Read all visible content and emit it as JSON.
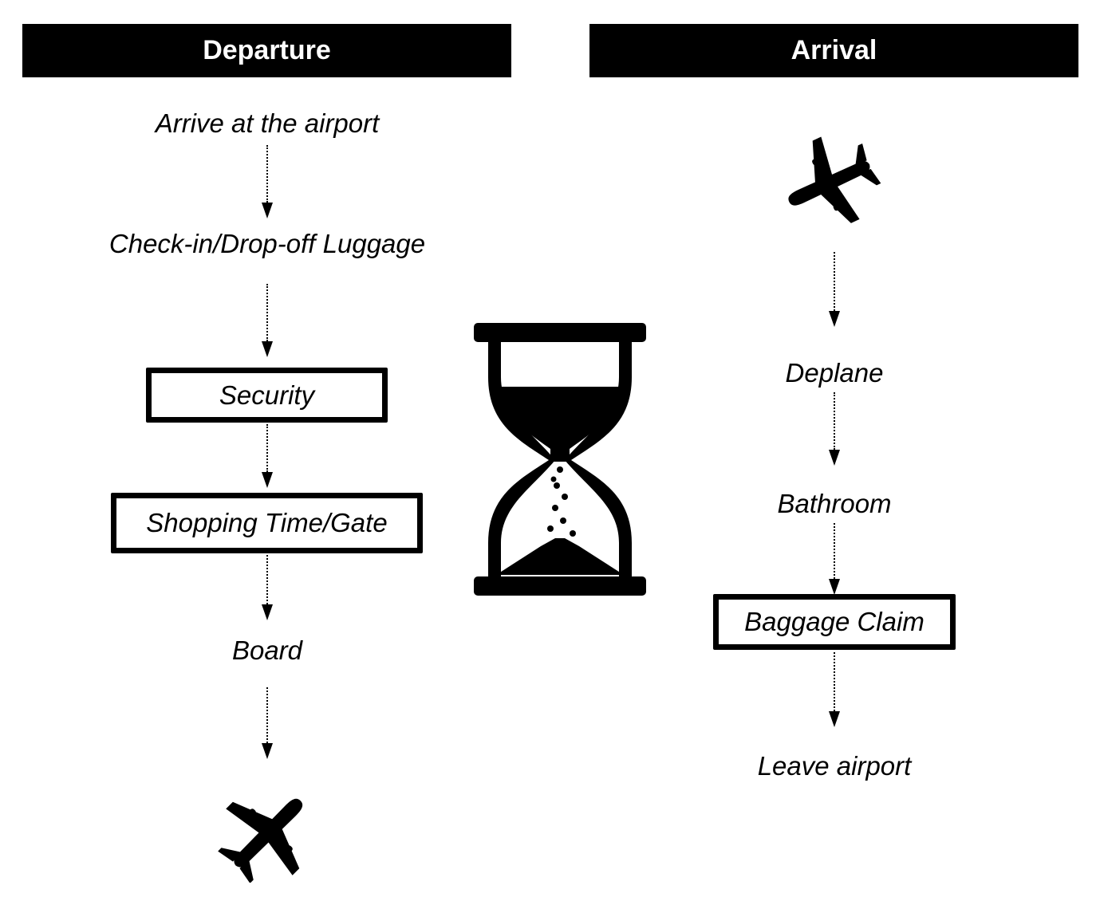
{
  "departure": {
    "header": "Departure",
    "steps": [
      "Arrive at the airport",
      "Check-in/Drop-off Luggage",
      "Security",
      "Shopping Time/Gate",
      "Board"
    ],
    "end_icon": "airplane-takeoff-icon"
  },
  "arrival": {
    "header": "Arrival",
    "start_icon": "airplane-landing-icon",
    "steps": [
      "Deplane",
      "Bathroom",
      "Baggage Claim",
      "Leave airport"
    ]
  },
  "center_icon": "hourglass-icon",
  "colors": {
    "ink": "#000000",
    "background": "#ffffff",
    "header_text": "#ffffff"
  }
}
